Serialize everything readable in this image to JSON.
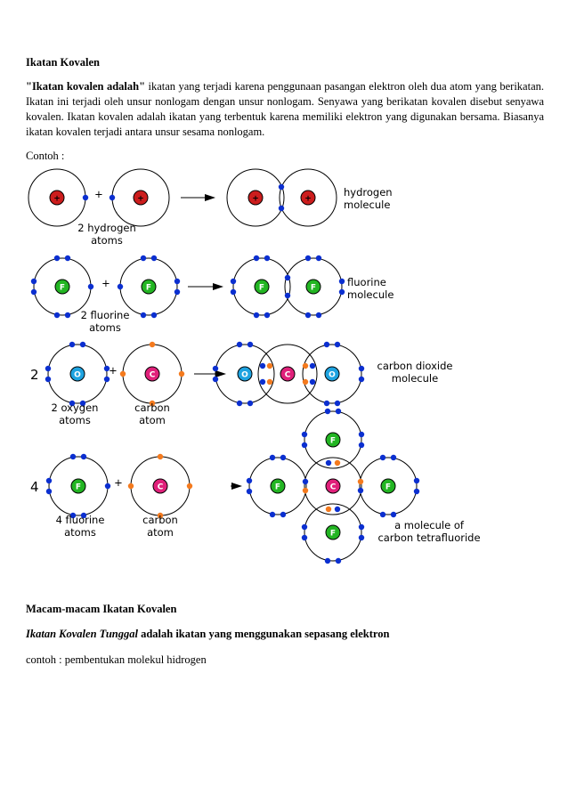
{
  "heading": "Ikatan Kovalen",
  "definition": {
    "lead": "\"Ikatan kovalen adalah\"",
    "body": " ikatan yang terjadi karena penggunaan pasangan elektron oleh dua atom yang berikatan. Ikatan ini terjadi oleh unsur nonlogam dengan unsur nonlogam. Senyawa yang berikatan kovalen disebut senyawa kovalen. Ikatan kovalen adalah ikatan yang terbentuk karena memiliki elektron yang digunakan bersama. Biasanya ikatan kovalen terjadi antara unsur sesama nonlogam."
  },
  "example_label": "Contoh :",
  "diagram": {
    "colors": {
      "electron_blue": "#0b2fd0",
      "electron_orange": "#f47a1e",
      "hydrogen": "#cc1d1d",
      "fluorine": "#23b523",
      "oxygen": "#1ea3e0",
      "carbon": "#e0207a"
    },
    "symbols": {
      "hydrogen": "+",
      "fluorine": "F",
      "oxygen": "O",
      "carbon": "C"
    },
    "plus": "+",
    "row1": {
      "left": [
        "2 hydrogen",
        "atoms"
      ],
      "right": [
        "hydrogen",
        "molecule"
      ]
    },
    "row2": {
      "left": [
        "2 fluorine",
        "atoms"
      ],
      "right": [
        "fluorine",
        "molecule"
      ]
    },
    "row3": {
      "coef": "2",
      "left": [
        "2 oxygen",
        "atoms"
      ],
      "mid": [
        "carbon",
        "atom"
      ],
      "right": [
        "carbon dioxide",
        "molecule"
      ]
    },
    "row4": {
      "coef": "4",
      "left": [
        "4 fluorine",
        "atoms"
      ],
      "mid": [
        "carbon",
        "atom"
      ],
      "right": [
        "a molecule of",
        "carbon tetrafluoride"
      ]
    }
  },
  "section_title": "Macam-macam Ikatan Kovalen",
  "single_bond": {
    "term": "Ikatan Kovalen Tunggal",
    "rest": " adalah ikatan yang menggunakan sepasang elektron"
  },
  "example_text": "contoh : pembentukan molekul hidrogen"
}
